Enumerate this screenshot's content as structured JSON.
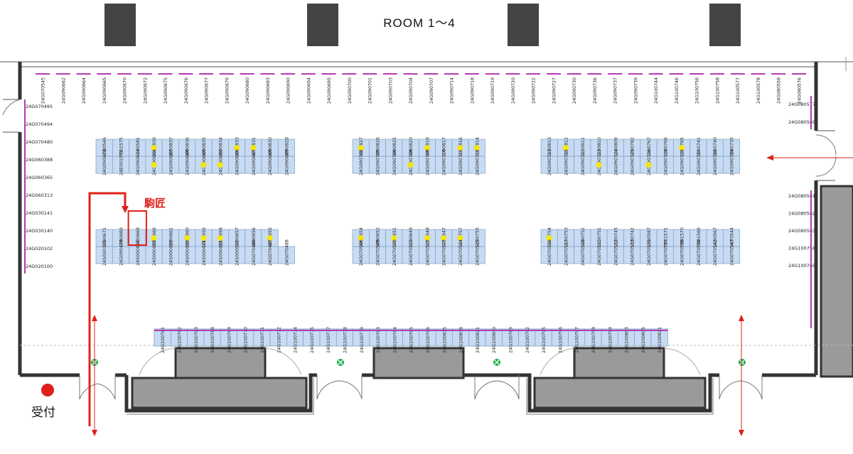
{
  "header": {
    "title": "ROOM 1～4"
  },
  "reception": {
    "label": "受付"
  },
  "highlight": {
    "label": "駒匠",
    "circle_id": "24G090668"
  },
  "colors": {
    "table_fill": "#c7dbf2",
    "table_stroke": "#7f9fc2",
    "wall": "#333333",
    "pillar": "#444444",
    "arrow_red": "#e0201a",
    "wall_mark": "#b33bb3",
    "dot_yellow": "#f5e60a",
    "exit_green": "#1eb04a",
    "service": "#9a9a9a"
  },
  "top_wall": [
    "24G070545",
    "24G090662",
    "24G090664",
    "24G090665",
    "24G090670",
    "24G090672",
    "24G090675",
    "24G090676",
    "24G090677",
    "24G090679",
    "24G090680",
    "24G090683",
    "24G090690",
    "24G090694",
    "24G090695",
    "24G090700",
    "24G090701",
    "24G090703",
    "24G090704",
    "24G090707",
    "24G090714",
    "24G090718",
    "24G090719",
    "24G090720",
    "24G090722",
    "24G090727",
    "24G090730",
    "24G090736",
    "24G090737",
    "24G090739",
    "24G100744",
    "24G100746",
    "24G100756",
    "24G100758",
    "24G100577",
    "24G100578",
    "24G080558",
    "24G080576"
  ],
  "left_wall": [
    "24G070495",
    "24G070494",
    "24G070480",
    "24G060388",
    "24G060365",
    "24G060313",
    "24G030141",
    "24G030140",
    "24G020102",
    "24G020100"
  ],
  "right_wall": [
    "24G080577",
    "24G080580",
    "24G080581",
    "24G080582",
    "24G080583",
    "24G100758",
    "24G100760"
  ],
  "blocks": [
    {
      "top": [
        "24G080546",
        "24P001575",
        "24G100581",
        "24G100839",
        "24G090837",
        "24G090836",
        "24G090835",
        "24G090834",
        "24G090833",
        "24G090831",
        "24G090830",
        "24G090828"
      ],
      "bottom": [
        "24G090673",
        "24E001578",
        "24G090674",
        "24G090686",
        "24G090687",
        "24G090688",
        "24G090690",
        "24G090692",
        "24G090696",
        "24G090697",
        "24G090698",
        "24G090699"
      ],
      "dots_top": [
        3,
        8,
        9
      ],
      "dots_bottom": [
        3,
        6,
        7
      ]
    },
    {
      "top": [
        "24G090827",
        "24G090826",
        "24G090825",
        "24G090820",
        "24G090819",
        "24G090817",
        "24G090816",
        "24G090814"
      ],
      "bottom": [
        "24G090702",
        "24G090705",
        "24G090706",
        "24G090708",
        "24G090709",
        "24G090710",
        "24G090711",
        "24G090712"
      ],
      "dots_top": [
        0,
        4,
        6,
        7
      ],
      "dots_bottom": [
        3
      ]
    },
    {
      "top": [
        "24G100813",
        "24G100812",
        "24G100811",
        "24G100810",
        "24G100809",
        "24G100782",
        "24G100767",
        "24G100766",
        "24G100765",
        "24G090741",
        "24G090740",
        "24G090735"
      ],
      "bottom": [
        "24G090713",
        "24G090715",
        "24G090721",
        "24G090723",
        "24G090724",
        "24G090725",
        "24G090726",
        "24G090728",
        "24G090729",
        "24G090731",
        "24G090732",
        "24G090734"
      ],
      "dots_top": [
        1,
        8
      ],
      "dots_bottom": [
        3,
        6
      ]
    },
    {
      "top": [
        "24G090671",
        "24G090669",
        "24G090668",
        "24G090666",
        "24G090661",
        "24G090660",
        "24G090659",
        "24G090658",
        "24G090657",
        "24G090656",
        "24G090655"
      ],
      "bottom": [
        "24S000305",
        "24G090479",
        "24S000456",
        "24S000458",
        "24S000459",
        "24S000460",
        "24S000471",
        "24S000481",
        "24S000502",
        "24G070486",
        "24G070487",
        "24G070488"
      ],
      "dots_top": [
        3,
        5,
        6,
        7,
        10
      ],
      "dots_bottom": [],
      "highlight_index": 2
    },
    {
      "top": [
        "24G090654",
        "24G090652",
        "24G090651",
        "24G090649",
        "24G090648",
        "24G090647",
        "24G100757",
        "24G100755"
      ],
      "bottom": [
        "24G070506",
        "24G070509",
        "24G070510",
        "24G070511",
        "24G070512",
        "24G070513",
        "24G070514",
        "24G070515"
      ],
      "dots_top": [
        0,
        2,
        4,
        5,
        6
      ],
      "dots_bottom": []
    },
    {
      "top": [
        "24G100754",
        "24G100753",
        "24G100752",
        "24G100751",
        "24G100745",
        "24G100742",
        "24G100587",
        "24P001571",
        "24P001570",
        "24P001569",
        "24G100567",
        "24G070544"
      ],
      "bottom": [
        "24G070516",
        "24G070517",
        "24G070518",
        "24G070531",
        "24G070532",
        "24G070533",
        "24G070535",
        "24G070537",
        "24G070538",
        "24G070539",
        "24G070542",
        "24G070543"
      ],
      "dots_top": [
        0
      ],
      "dots_bottom": []
    }
  ],
  "bottom_row": [
    "24G100761",
    "24G100762",
    "24G100763",
    "24G100768",
    "24G100769",
    "24G100770",
    "24G100771",
    "24G100772",
    "24G100774",
    "24G100775",
    "24G100777",
    "24G100778",
    "24G100779",
    "24G100783",
    "24G100784",
    "24G100785",
    "24G100786",
    "24G100815",
    "24G100818",
    "24G100821",
    "24G100840",
    "24G100789",
    "24G100792",
    "24G100795",
    "24G100796",
    "24G100797",
    "24G100798",
    "24G100799",
    "24G100803",
    "24G100805",
    "24G100811"
  ]
}
